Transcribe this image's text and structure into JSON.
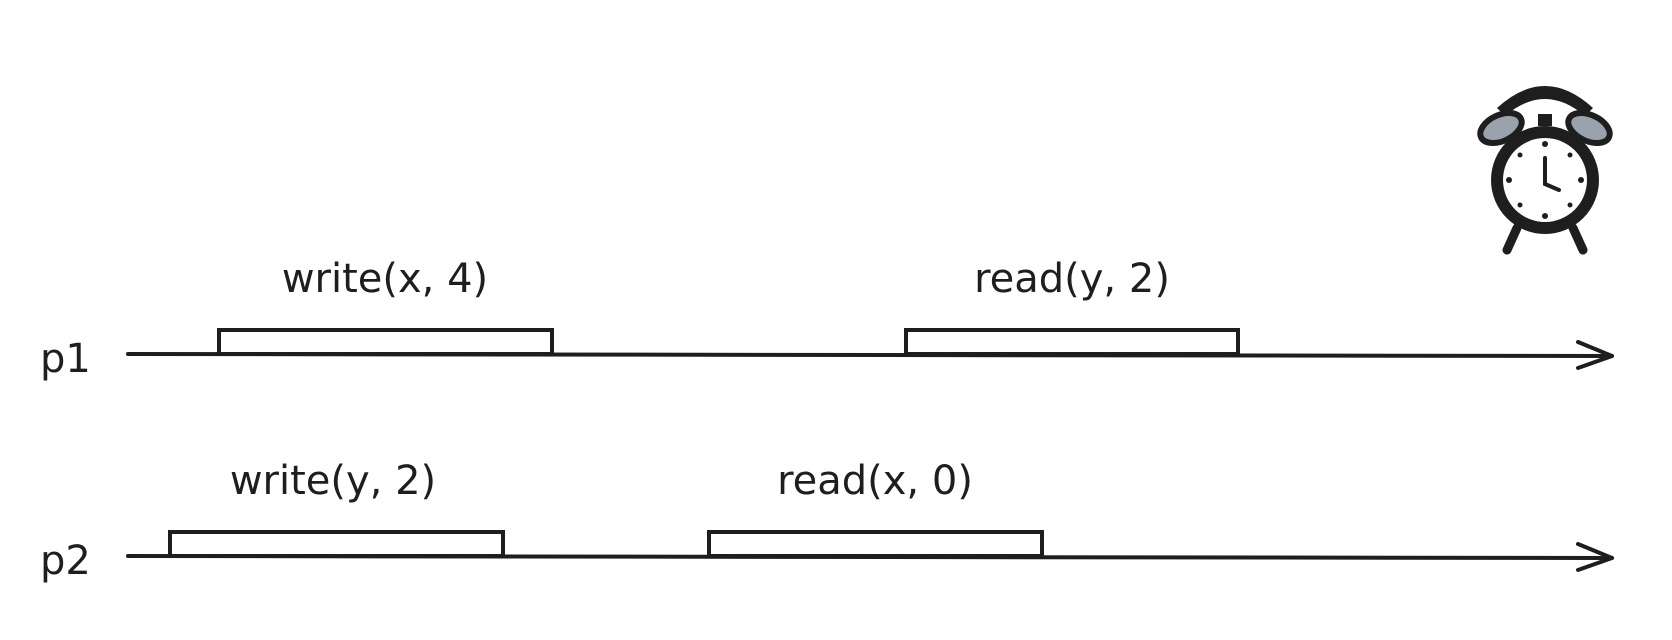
{
  "processes": [
    {
      "name": "p1",
      "operations": [
        {
          "label": "write(x, 4)"
        },
        {
          "label": "read(y, 2)"
        }
      ]
    },
    {
      "name": "p2",
      "operations": [
        {
          "label": "write(y, 2)"
        },
        {
          "label": "read(x, 0)"
        }
      ]
    }
  ],
  "icons": {
    "clock": "alarm-clock-icon"
  },
  "colors": {
    "ink": "#1e1e1e",
    "clock_bell": "#9aa3ad",
    "background": "#ffffff"
  }
}
